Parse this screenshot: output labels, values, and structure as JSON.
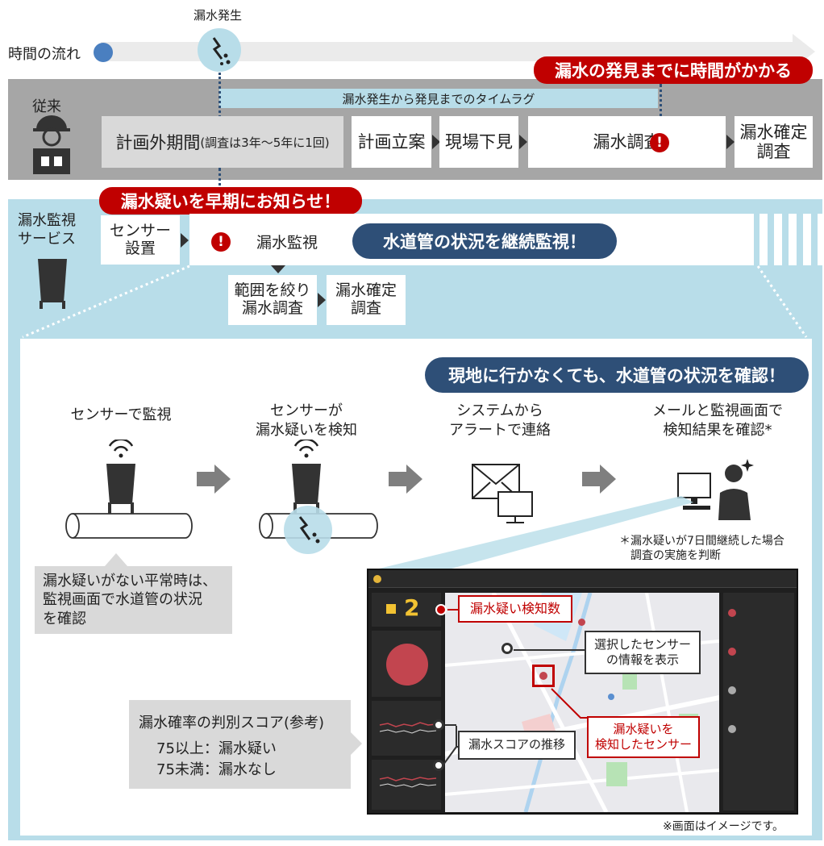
{
  "timeline": {
    "label": "時間の流れ",
    "event_label": "漏水発生"
  },
  "conventional": {
    "label": "従来",
    "banner": "漏水の発見までに時間がかかる",
    "lag_label": "漏水発生から発見までのタイムラグ",
    "unplanned_main": "計画外期間",
    "unplanned_sub": "(調査は3年～5年に1回)",
    "steps": [
      "計画立案",
      "現場下見",
      "漏水調査",
      "漏水確定\n調査"
    ]
  },
  "service": {
    "label": "漏水監視\nサービス",
    "banner": "漏水疑いを早期にお知らせ！",
    "sensor_setup": "センサー\n設置",
    "monitor": "漏水監視",
    "continuous": "水道管の状況を継続監視！",
    "narrow": "範囲を絞り\n漏水調査",
    "confirm": "漏水確定\n調査"
  },
  "detail": {
    "remote_banner": "現地に行かなくても、水道管の状況を確認！",
    "steps": [
      "センサーで監視",
      "センサーが\n漏水疑いを検知",
      "システムから\nアラートで連絡",
      "メールと監視画面で\n検知結果を確認*"
    ],
    "footnote": "＊漏水疑いが7日間継続した場合\n　調査の実施を判断",
    "normal_note": "漏水疑いがない平常時は、\n監視画面で水道管の状況\nを確認",
    "score_title": "漏水確率の判別スコア(参考)",
    "score_lines": [
      "75以上：漏水疑い",
      "75未満：漏水なし"
    ],
    "callouts": {
      "count": "漏水疑い検知数",
      "selected": "選択したセンサー\nの情報を表示",
      "trend": "漏水スコアの推移",
      "detected": "漏水疑いを\n検知したセンサー"
    },
    "screen_count": "2",
    "image_note": "※画面はイメージです。"
  },
  "colors": {
    "red": "#c00000",
    "navy": "#2e4f77",
    "lightblue": "#b8dde9",
    "gray": "#a6a6a6"
  }
}
